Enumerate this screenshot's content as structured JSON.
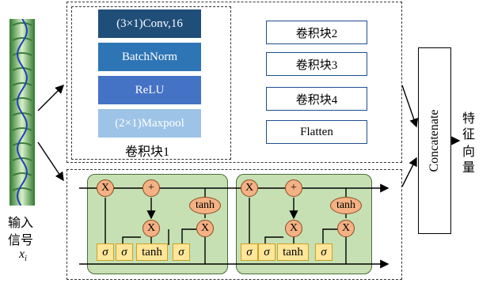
{
  "cnn": {
    "layers": [
      "(3×1)Conv,16",
      "BatchNorm",
      "ReLU",
      "(2×1)Maxpool"
    ],
    "colors": [
      "#1f4e79",
      "#2e75b6",
      "#4472c4",
      "#9dc3e6"
    ],
    "block_label": "卷积块1",
    "blocks": [
      "卷积块2",
      "卷积块3",
      "卷积块4",
      "Flatten"
    ]
  },
  "concat_label": "Concatenate",
  "output_label": [
    "特",
    "征",
    "向",
    "量"
  ],
  "input_label": {
    "line1": "输入",
    "line2": "信号",
    "var": "x",
    "sub": "i"
  },
  "lstm": {
    "ops": {
      "times": "X",
      "plus": "+",
      "tanh": "tanh"
    },
    "gates": [
      "σ",
      "σ",
      "tanh",
      "σ"
    ],
    "cell_count": 2
  }
}
